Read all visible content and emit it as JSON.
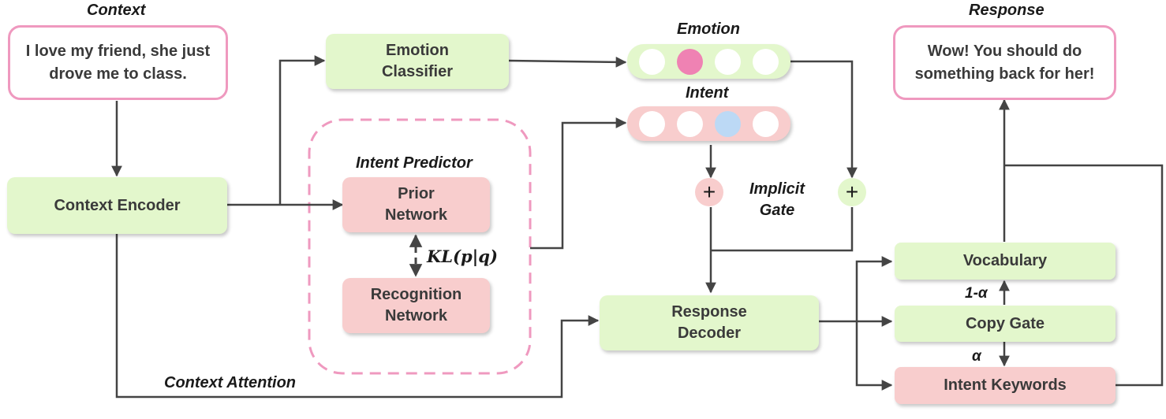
{
  "labels": {
    "context": "Context",
    "response": "Response",
    "emotion": "Emotion",
    "intent": "Intent",
    "intent_predictor": "Intent Predictor",
    "implicit_gate": "Implicit\nGate",
    "context_attention": "Context Attention",
    "kl": "KL(p|q)",
    "one_minus_alpha": "1-α",
    "alpha": "α"
  },
  "bubbles": {
    "context_text": "I love my friend, she just\ndrove me to class.",
    "response_text": "Wow! You should do\nsomething back for her!"
  },
  "modules": {
    "context_encoder": "Context Encoder",
    "emotion_classifier": "Emotion\nClassifier",
    "prior_network": "Prior\nNetwork",
    "recognition_network": "Recognition\nNetwork",
    "response_decoder": "Response\nDecoder",
    "vocabulary": "Vocabulary",
    "copy_gate": "Copy Gate",
    "intent_keywords": "Intent Keywords"
  },
  "symbols": {
    "plus": "+"
  },
  "colors": {
    "module_green": "#e3f7cc",
    "module_pink": "#f8cdcd",
    "bubble_border": "#ef99bf",
    "emotion_active": "#ef82b3",
    "intent_active": "#bcd9f5",
    "arrow": "#444444"
  },
  "vectors": {
    "emotion_active_index": 1,
    "intent_active_index": 2
  }
}
